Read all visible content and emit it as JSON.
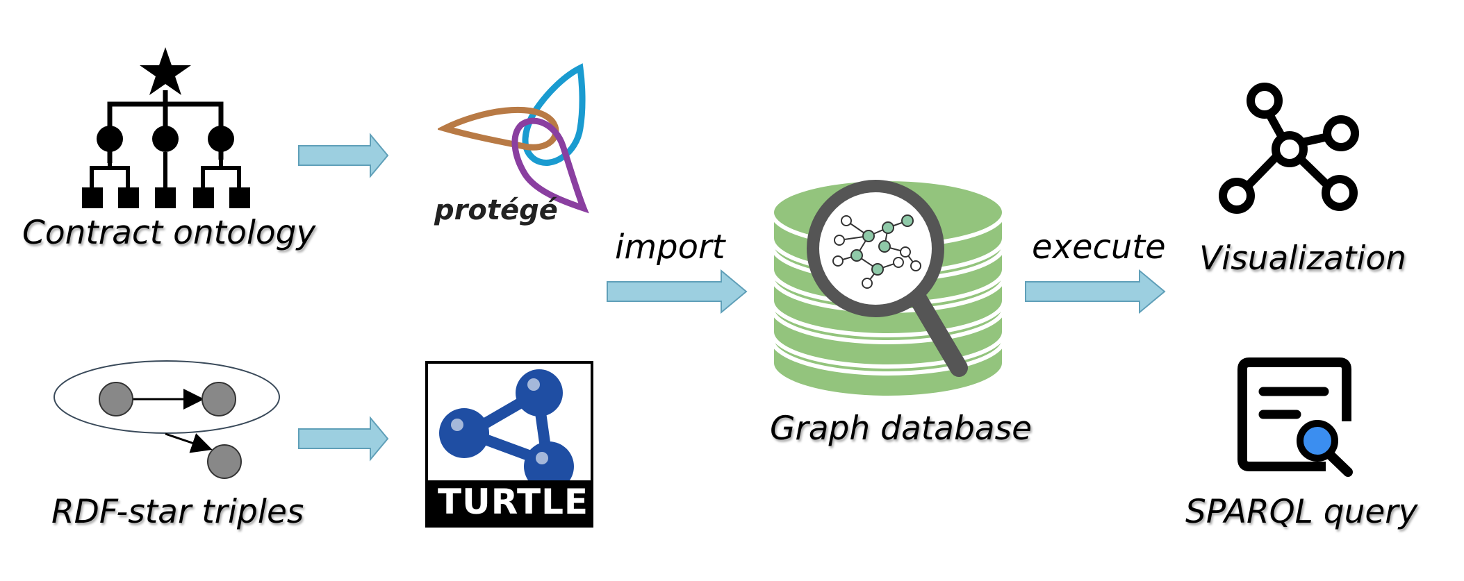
{
  "labels": {
    "contract_ontology": "Contract ontology",
    "rdf_star": "RDF-star triples",
    "graph_db": "Graph database",
    "visualization": "Visualization",
    "sparql": "SPARQL query"
  },
  "arrows": {
    "import": "import",
    "execute": "execute"
  },
  "logos": {
    "protege": "protégé",
    "turtle": "TURTLE"
  },
  "icons": {
    "ontology": "hierarchy-star-icon",
    "rdf": "rdf-star-graph-icon",
    "protege": "protege-logo",
    "turtle": "turtle-logo",
    "database": "graph-database-icon",
    "visualization": "network-graph-icon",
    "sparql": "document-search-icon"
  },
  "colors": {
    "arrow_fill": "#9ccfe0",
    "arrow_stroke": "#5f9fb8",
    "db_green": "#93c47d",
    "turtle_blue": "#1f4ea3",
    "protege_brown": "#b87a45",
    "protege_blue": "#1a9bd0",
    "protege_purple": "#8a3fa0",
    "sparql_blue": "#3b8ef0"
  }
}
